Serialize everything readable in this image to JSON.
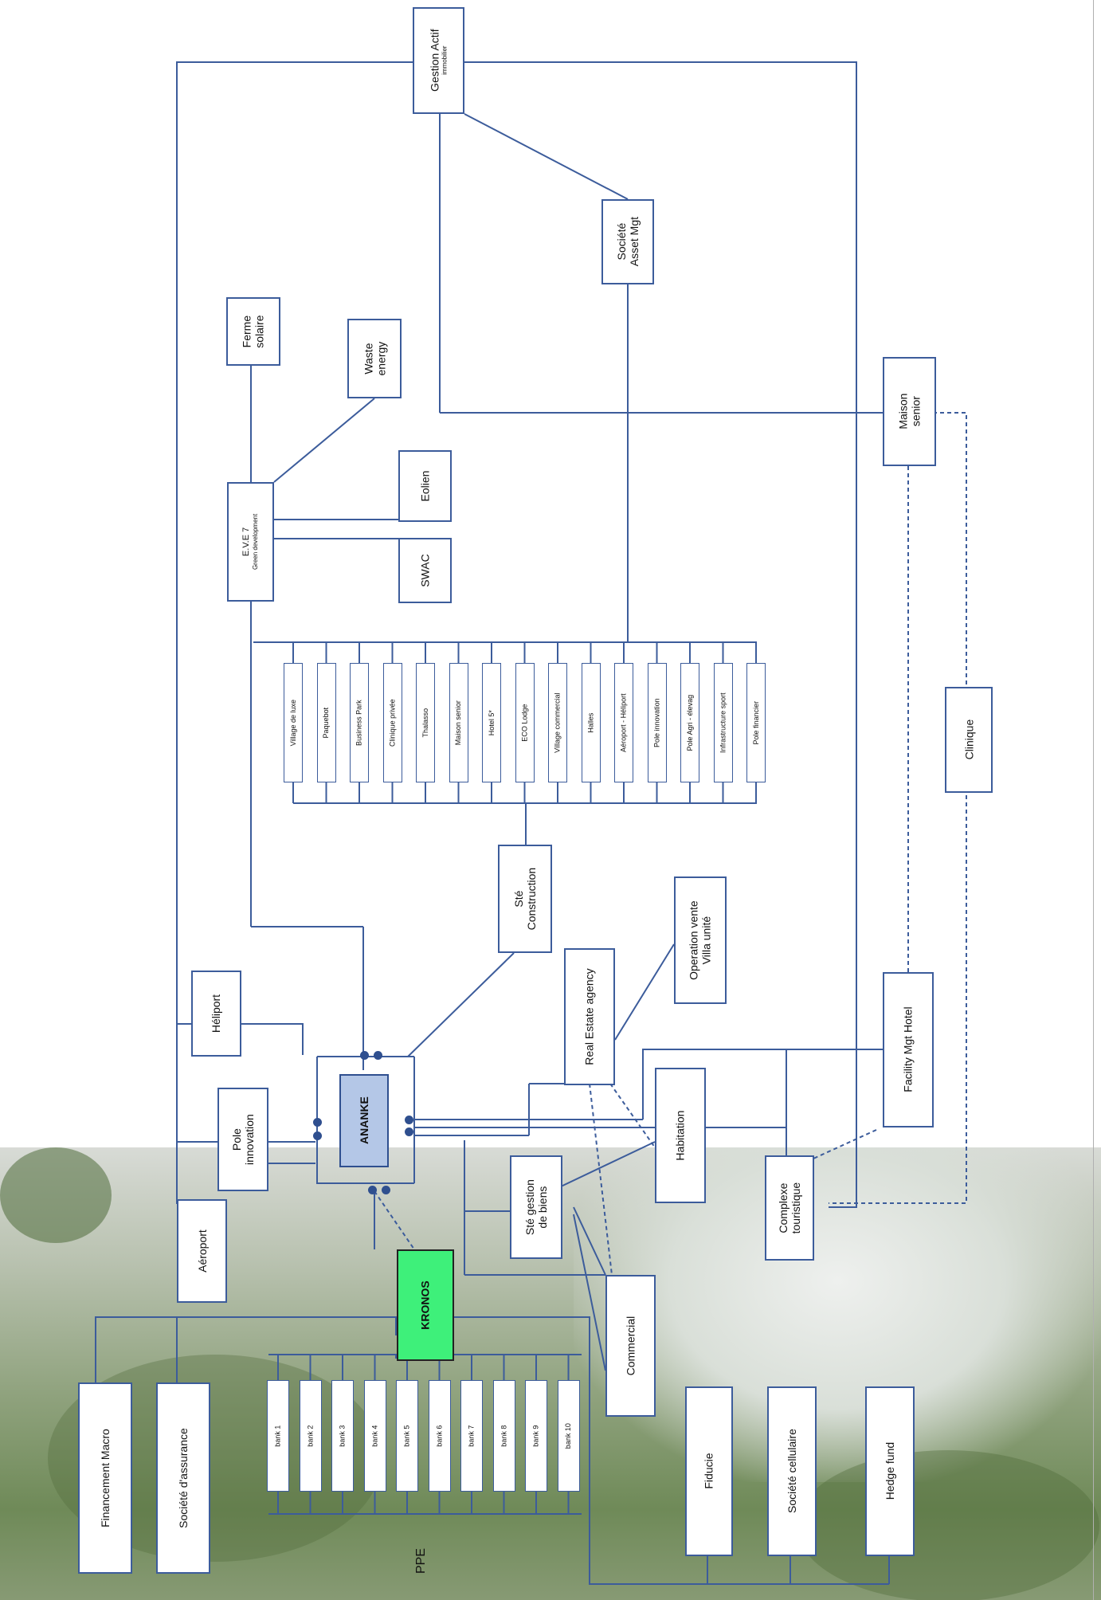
{
  "diagram": {
    "ppe_label": "PPE",
    "nodes": {
      "gestion_actif": {
        "l1": "Gestion Actif",
        "l2": "immobilier"
      },
      "societe_asset": {
        "l1": "Société",
        "l2": "Asset Mgt"
      },
      "ferme_solaire": {
        "l1": "Ferme",
        "l2": "solaire"
      },
      "waste_energy": {
        "l1": "Waste",
        "l2": "energy"
      },
      "eve7": {
        "l1": "E.V.E 7",
        "l2": "Green development"
      },
      "eolien": {
        "l1": "Eolien"
      },
      "swac": {
        "l1": "SWAC"
      },
      "maison_senior": {
        "l1": "Maison",
        "l2": "senior"
      },
      "clinique": {
        "l1": "Clinique"
      },
      "ste_construction": {
        "l1": "Sté",
        "l2": "Construction"
      },
      "operation_vente": {
        "l1": "Operation vente",
        "l2": "Villa unité"
      },
      "real_estate": {
        "l1": "Real Estate agency"
      },
      "heliport": {
        "l1": "Héliport"
      },
      "pole_innovation": {
        "l1": "Pole",
        "l2": "innovation"
      },
      "ananke": {
        "l1": "ANANKE"
      },
      "aeroport": {
        "l1": "Aéroport"
      },
      "habitation": {
        "l1": "Habitation"
      },
      "ste_gestion": {
        "l1": "Sté gestion",
        "l2": "de biens"
      },
      "facility_mgt": {
        "l1": "Facility Mgt Hotel"
      },
      "complexe": {
        "l1": "Complexe",
        "l2": "touristique"
      },
      "kronos": {
        "l1": "KRONOS"
      },
      "commercial": {
        "l1": "Commercial"
      },
      "financement": {
        "l1": "Financement Macro"
      },
      "societe_assurance": {
        "l1": "Société d'assurance"
      },
      "fiducie": {
        "l1": "Fiducie"
      },
      "societe_cellulaire": {
        "l1": "Société cellulaire"
      },
      "hedge_fund": {
        "l1": "Hedge fund"
      }
    },
    "projects": [
      "Village de luxe",
      "Paquebot",
      "Business Park",
      "Clinique privée",
      "Thalasso",
      "Maison senior",
      "Hotel 5*",
      "ECO Lodge",
      "Village commercial",
      "Halles",
      "Aéroport - Héliport",
      "Pole innovation",
      "Pole Agri - élevag",
      "Infrastructure sport",
      "Pole financier"
    ],
    "banks": [
      "bank 1",
      "bank 2",
      "bank 3",
      "bank 4",
      "bank 5",
      "bank 6",
      "bank 7",
      "bank 8",
      "bank 9",
      "bank 10"
    ],
    "colors": {
      "line": "#3c5c9b",
      "ananke_fill": "#b4c7e7",
      "kronos_fill": "#3ef07a"
    }
  }
}
